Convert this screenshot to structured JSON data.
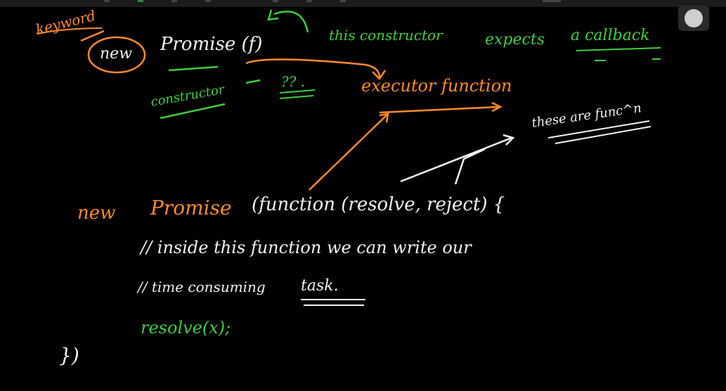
{
  "topbar": {
    "icons": [
      "undo-icon",
      "pen-icon",
      "highlighter-icon",
      "eraser-icon",
      "lasso-icon",
      "shape-icon",
      "text-icon",
      "image-icon"
    ]
  },
  "floating_button": {
    "icon": "record-dot-icon"
  },
  "colors": {
    "background": "#000000",
    "white_ink": "#f2f2f2",
    "green_ink": "#3ecf3e",
    "orange_ink": "#ff8a2a"
  },
  "notes": {
    "keyword": "keyword",
    "new_circled": "new",
    "promise_f": "Promise (f)",
    "constructor_label": "constructor",
    "this_constructor": "this constructor",
    "expects": "expects",
    "a_callback": "a callback",
    "question": "?? .",
    "executor_function": "executor function",
    "these_are_func": "these are func^n",
    "code_new": "new",
    "code_promise": "Promise",
    "code_signature": "(function (resolve, reject) {",
    "comment1": "// inside this function we can write our",
    "comment2_prefix": "// time consuming",
    "comment2_task": "task.",
    "resolve_call": "resolve(x);",
    "closing": "})"
  }
}
